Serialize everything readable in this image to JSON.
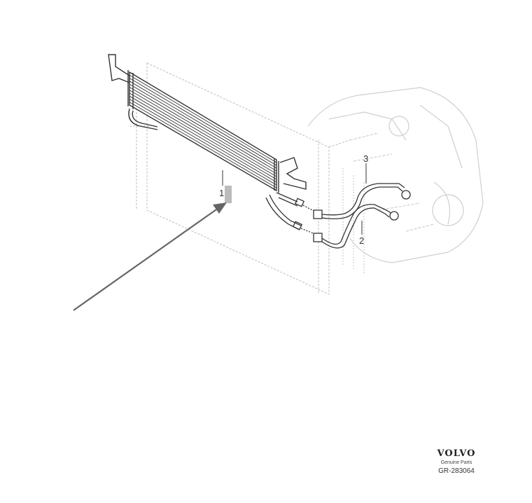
{
  "diagram": {
    "callouts": [
      "1",
      "2",
      "3"
    ],
    "logo": {
      "brand": "VOLVO",
      "subtitle": "Genuine Parts"
    },
    "drawing_code": "GR-283064"
  },
  "colors": {
    "line": "#333333",
    "ghost": "#c8c8c8",
    "arrow": "#666666",
    "marker": "#bbbbbb"
  }
}
